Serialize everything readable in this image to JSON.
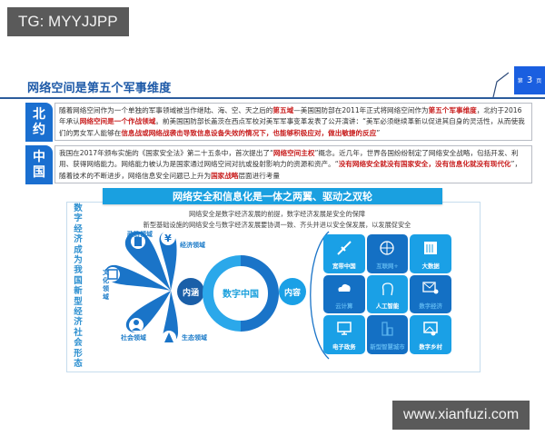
{
  "watermarks": {
    "top": "TG: MYYJJPP",
    "bottom": "www.xianfuzi.com"
  },
  "slide": {
    "title": "网络空间是第五个军事维度",
    "page": {
      "prefix": "第",
      "number": "3",
      "suffix": "页"
    },
    "accent_color": "#1a5fe0"
  },
  "sections": {
    "nato": {
      "tag": [
        "北",
        "约"
      ],
      "paragraph": [
        {
          "text": "随着网络空间作为一个单独的军事领域被当作继陆、海、空、天之后的",
          "red": false
        },
        {
          "text": "第五域",
          "red": true
        },
        {
          "text": "—美国国防部在2011年正式将网络空间作为",
          "red": false
        },
        {
          "text": "第五个军事维度",
          "red": true
        },
        {
          "text": "，北约于2016年承认",
          "red": false
        },
        {
          "text": "网络空间是一个作战领域",
          "red": true
        },
        {
          "text": "。前美国国防部长盖茨在西点军校对美军军事变革发表了公开演讲：“美军必须继续革新以促进其自身的灵活性，从而使我们的男女军人能够在",
          "red": false
        },
        {
          "text": "信息战或网络战袭击导致信息设备失效的情况下，也能够积极应对，做出敏捷的反应",
          "red": true
        },
        {
          "text": "”",
          "red": false
        }
      ]
    },
    "china": {
      "tag": [
        "中",
        "国"
      ],
      "paragraph": [
        {
          "text": "我国在2017年颁布实施的《国家安全法》第二十五条中，首次提出了“",
          "red": false
        },
        {
          "text": "网络空间主权",
          "red": true
        },
        {
          "text": "”概念。近几年，世界各国纷纷制定了网络安全战略，包括开发、利用、获得网络能力。网络能力被认为是国家通过网络空间对抗或投射影响力的资源和资产。“",
          "red": false
        },
        {
          "text": "没有网络安全就没有国家安全，没有信息化就没有现代化",
          "red": true
        },
        {
          "text": "”，随着技术的不断进步，网络信息安全问题已上升为",
          "red": false
        },
        {
          "text": "国家战略",
          "red": true
        },
        {
          "text": "层面进行考量",
          "red": false
        }
      ]
    }
  },
  "panel": {
    "banner": "网络安全和信息化是一体之两翼、驱动之双轮",
    "subtitle_1": "网络安全是数字经济发展的前提，数字经济发展是安全的保障",
    "subtitle_2": "新型基础设施的网络安全与数字经济发展要协调一致、齐头并进以安全保发展，以发展促安全",
    "vertical_text": "数字经济成为我国新型经济社会形态",
    "diagram": {
      "center": "数字中国",
      "left_node": "内涵",
      "right_node": "内容",
      "domains": [
        {
          "label": "政治领域",
          "icon": "building-icon"
        },
        {
          "label": "经济领域",
          "icon": "yen-icon"
        },
        {
          "label": "文化领域",
          "icon": "bookshelf-icon"
        },
        {
          "label": "社会领域",
          "icon": "person-icon"
        },
        {
          "label": "生态领域",
          "icon": "tree-icon"
        }
      ],
      "contents": [
        {
          "label": "宽带中国",
          "icon": "plug-icon",
          "style": "light"
        },
        {
          "label": "互联网+",
          "icon": "globe-icon",
          "style": "dark"
        },
        {
          "label": "大数据",
          "icon": "server-icon",
          "style": "light"
        },
        {
          "label": "云计算",
          "icon": "cloud-icon",
          "style": "dark"
        },
        {
          "label": "人工智能",
          "icon": "ai-head-icon",
          "style": "light"
        },
        {
          "label": "数字经济",
          "icon": "presentation-icon",
          "style": "dark"
        },
        {
          "label": "电子政务",
          "icon": "monitor-icon",
          "style": "light"
        },
        {
          "label": "新型智慧城市",
          "icon": "city-icon",
          "style": "dark"
        },
        {
          "label": "数字乡村",
          "icon": "picture-icon",
          "style": "light"
        }
      ]
    }
  }
}
